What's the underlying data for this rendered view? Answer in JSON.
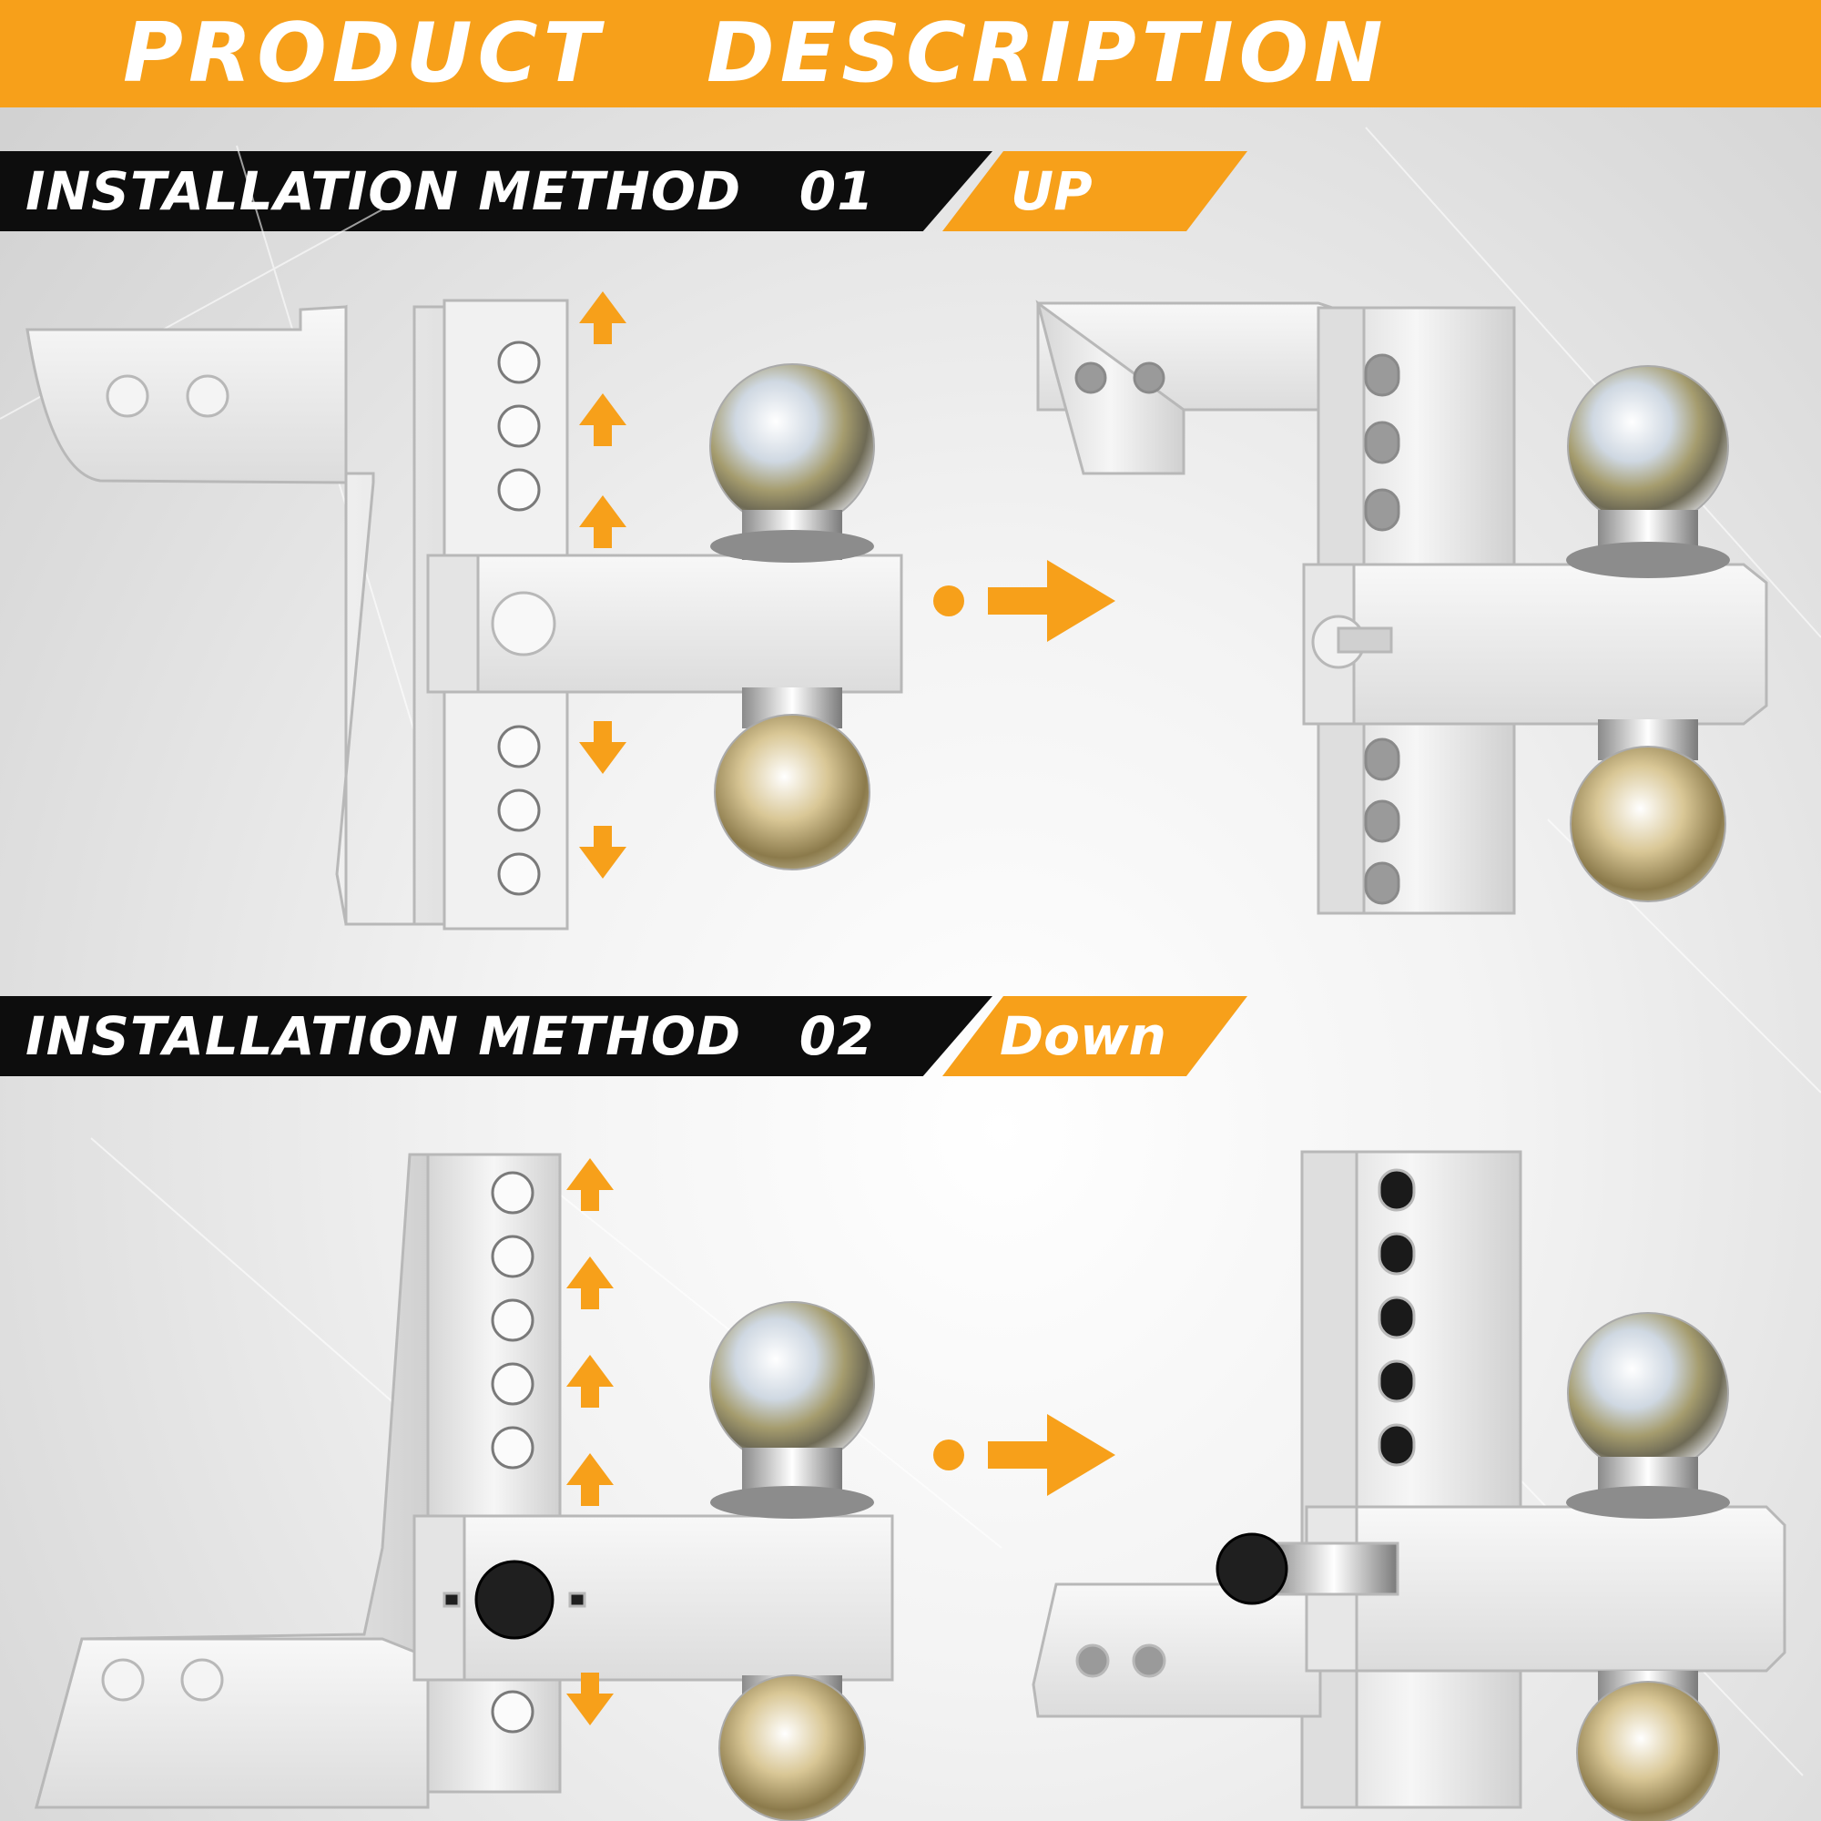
{
  "header": {
    "title": "PRODUCT   DESCRIPTION"
  },
  "sections": [
    {
      "label": "INSTALLATION METHOD   01",
      "tag": "UP"
    },
    {
      "label": "INSTALLATION METHOD   02",
      "tag": "Down"
    }
  ],
  "colors": {
    "accent": "#f7a01a",
    "bar": "#0d0d0d",
    "metal": "#e9e9e9",
    "metal_edge": "#b8b8b8"
  },
  "icons": [
    "arrow-up-icon",
    "arrow-down-icon",
    "arrow-right-icon",
    "dot-icon"
  ]
}
